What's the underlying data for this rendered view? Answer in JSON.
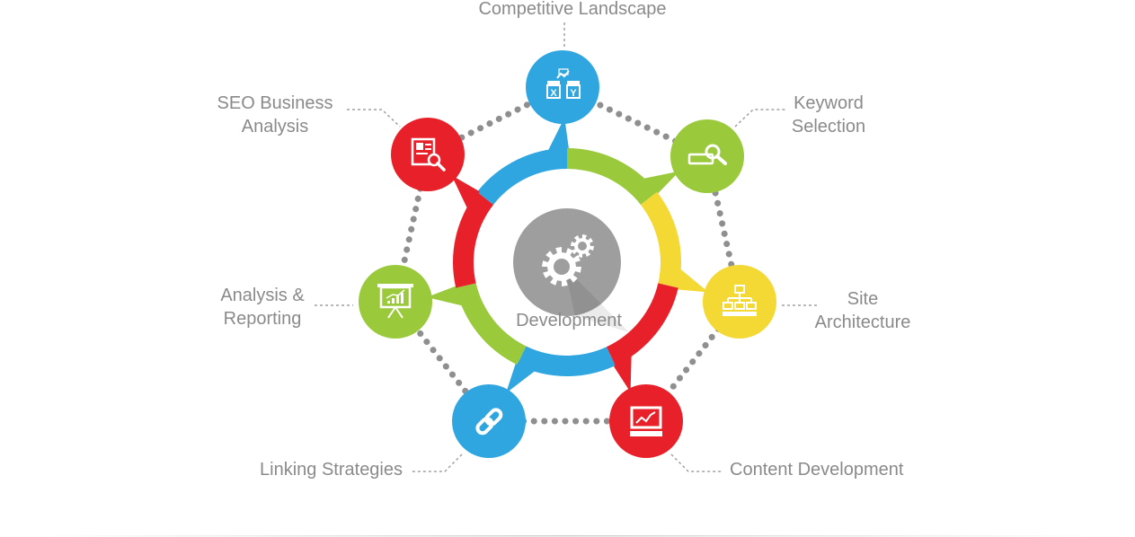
{
  "center": {
    "label": "Development",
    "gear_color": "#9e9e9e",
    "icon": "gears-icon"
  },
  "colors": {
    "blue": "#2fa6e0",
    "green": "#9ac93b",
    "yellow": "#f4d833",
    "red": "#e8202a",
    "dots": "#8f8f8f",
    "label": "#8a8a8a",
    "connector": "#a0a0a0"
  },
  "nodes": [
    {
      "id": "competitive-landscape",
      "lines": [
        "Competitive Landscape"
      ],
      "color": "#2fa6e0",
      "icon": "brand-xy-icon"
    },
    {
      "id": "keyword-selection",
      "lines": [
        "Keyword",
        "Selection"
      ],
      "color": "#9ac93b",
      "icon": "keyword-search-icon"
    },
    {
      "id": "site-architecture",
      "lines": [
        "Site",
        "Architecture"
      ],
      "color": "#f4d833",
      "icon": "sitemap-icon"
    },
    {
      "id": "content-development",
      "lines": [
        "Content Development"
      ],
      "color": "#e8202a",
      "icon": "monitor-chart-icon"
    },
    {
      "id": "linking-strategies",
      "lines": [
        "Linking Strategies"
      ],
      "color": "#2fa6e0",
      "icon": "link-icon"
    },
    {
      "id": "analysis-reporting",
      "lines": [
        "Analysis &",
        "Reporting"
      ],
      "color": "#9ac93b",
      "icon": "presentation-chart-icon"
    },
    {
      "id": "seo-business-analysis",
      "lines": [
        "SEO Business",
        "Analysis"
      ],
      "color": "#e8202a",
      "icon": "document-search-icon"
    }
  ]
}
